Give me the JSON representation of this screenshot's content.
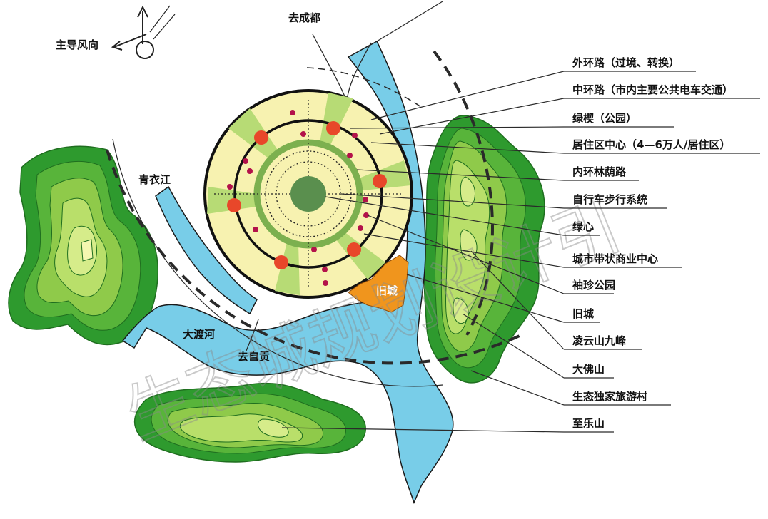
{
  "colors": {
    "water": "#78cde8",
    "mountain_outer": "#2e9a2e",
    "mountain_mid": "#58b43a",
    "mountain_light": "#a9d55a",
    "mountain_core": "#d6ec8a",
    "city_fill": "#f7f2b0",
    "green_wedge": "#b7db75",
    "core_green": "#5a8f4e",
    "center_dot": "#e8472a",
    "small_dot": "#b3124a",
    "old_city": "#f0951d"
  },
  "places": {
    "chengdu": "去成都",
    "qingyi_river": "青衣江",
    "dadu_river": "大渡河",
    "zigong": "去自贡",
    "old_city": "旧城"
  },
  "wind": {
    "label": "主导风向"
  },
  "legend": [
    {
      "label": "外环路（过境、转换）"
    },
    {
      "label": "中环路（市内主要公共电车交通）"
    },
    {
      "label": "绿楔（公园）"
    },
    {
      "label": "居住区中心（4—6万人/居住区）"
    },
    {
      "label": "内环林荫路"
    },
    {
      "label": "自行车步行系统"
    },
    {
      "label": "绿心"
    },
    {
      "label": "城市带状商业中心"
    },
    {
      "label": "袖珍公园"
    },
    {
      "label": "旧城"
    },
    {
      "label": "凌云山九峰"
    },
    {
      "label": "大佛山"
    },
    {
      "label": "生态独家旅游村"
    },
    {
      "label": "至乐山"
    }
  ],
  "watermark": "生态城规划设计引"
}
